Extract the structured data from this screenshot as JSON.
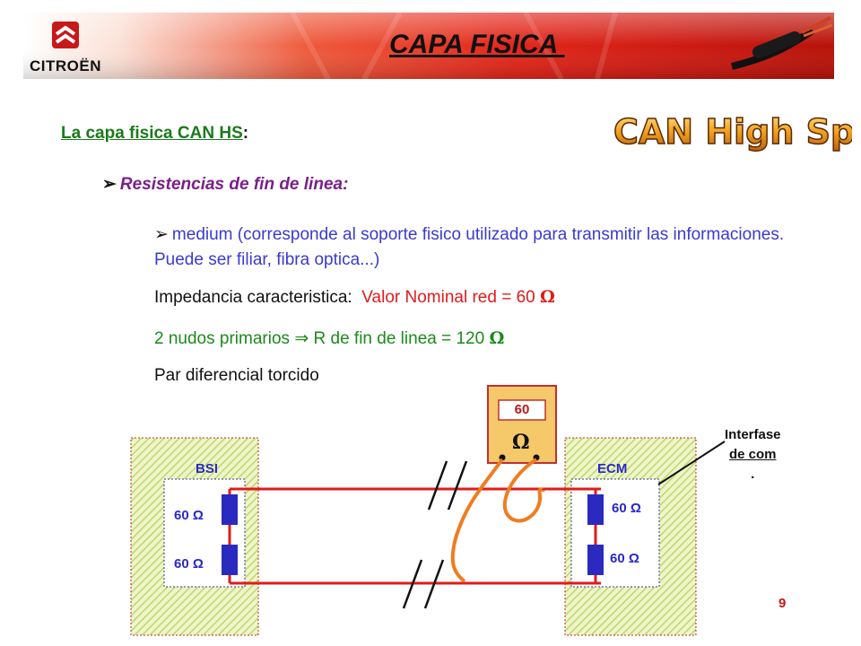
{
  "brand": {
    "logo_text": "CITROËN"
  },
  "header": {
    "title": "CAPA FISICA "
  },
  "badge": {
    "text": "CAN High Speed"
  },
  "subtitle": {
    "text": "La capa fisica CAN HS",
    "colon": ":"
  },
  "bullet1": {
    "arrow": "➢",
    "text": "Resistencias de fin de linea:"
  },
  "paragraph": {
    "arrow": "➢",
    "text": "medium (corresponde al soporte fisico utilizado para transmitir las informaciones. Puede ser filiar, fibra optica...)"
  },
  "impedance": {
    "label": "Impedancia caracteristica:",
    "value": "Valor Nominal red = 60",
    "unit": "Ω"
  },
  "nodes": {
    "text": "2 nudos primarios",
    "implies": "⇒",
    "result": "R de fin de linea = 120",
    "unit": "Ω"
  },
  "pair": {
    "text": "Par diferencial torcido"
  },
  "diagram": {
    "left_box": "BSI",
    "right_box": "ECM",
    "left_r1": "60 Ω",
    "left_r2": "60 Ω",
    "right_r1": "60 Ω",
    "right_r2": "60 Ω",
    "meter_value": "60",
    "meter_unit": "Ω",
    "interface_line1": "Interfase",
    "interface_line2": "de com",
    "interface_dot": "."
  },
  "page": {
    "number": "9"
  },
  "colors": {
    "header_red": "#e0281c",
    "wire_red": "#e01b1b",
    "probe_orange": "#f07c20",
    "resistor_blue": "#2a2ac0",
    "hatch_green": "#c8e07a",
    "meter_bg": "#f5c86a",
    "subtitle_green": "#1b7a1b",
    "bullet_purple": "#7a1f8a",
    "badge_orange": "#f0a020"
  }
}
